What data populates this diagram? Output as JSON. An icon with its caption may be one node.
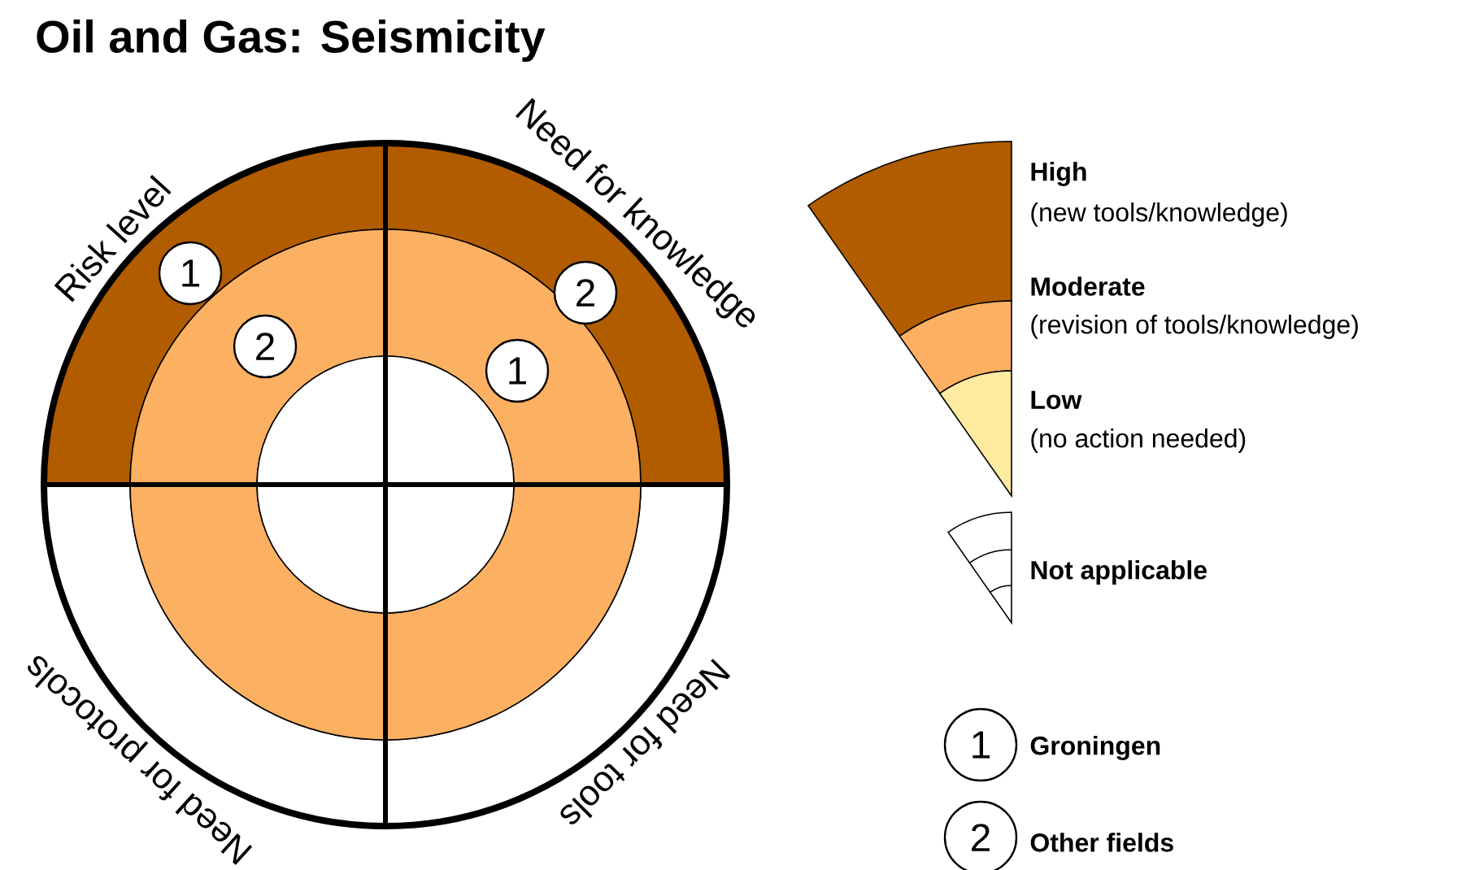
{
  "diagram": {
    "title": "Oil and Gas: Seismicity",
    "nodes": [
      {
        "text": [
          "1"
        ]
      },
      {
        "text": [
          "2"
        ]
      },
      {
        "text": [
          "2"
        ]
      },
      {
        "text": [
          "1"
        ]
      },
      {
        "text": [
          "1"
        ]
      },
      {
        "text": [
          "2"
        ]
      }
    ],
    "labels": [
      "Risk level",
      "Need for knowledge",
      "Need for protocols",
      "Need for tools",
      "(new tools/knowledge)",
      "(revision of tools/knowledge)",
      "(no action needed)"
    ],
    "legend": [
      {
        "text": "High",
        "color": "#b15c00"
      },
      {
        "text": "Moderate",
        "color": "#fbb062"
      },
      {
        "text": "Low",
        "color": "#ffeb9f"
      },
      {
        "text": "Not applicable"
      },
      {
        "text": "Groningen"
      },
      {
        "text": "Other fields"
      }
    ]
  }
}
